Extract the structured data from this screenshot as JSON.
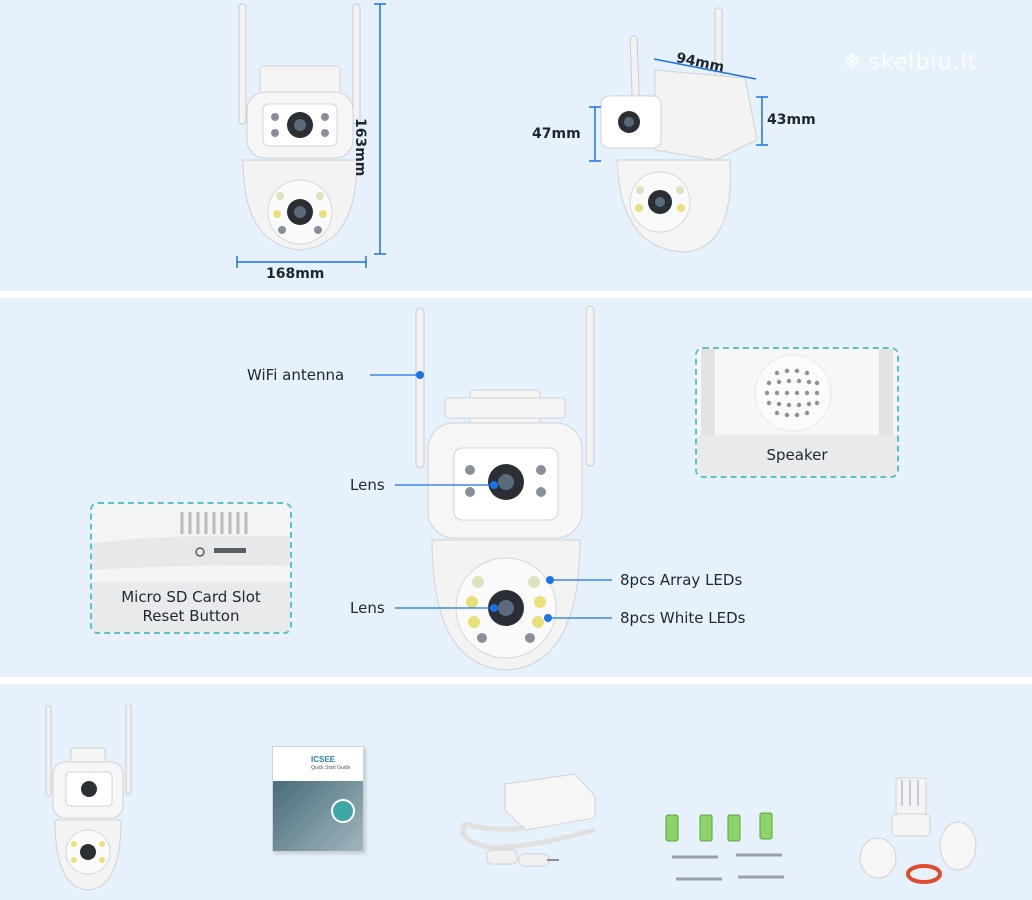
{
  "watermark": {
    "text": "skelbiu.lt",
    "icon": "snowflake-icon"
  },
  "dimensions": {
    "height": "163mm",
    "width": "168mm",
    "depth": "94mm",
    "upper_height": "47mm",
    "mount_height": "43mm"
  },
  "callouts": {
    "wifi_antenna": "WiFi antenna",
    "lens_top": "Lens",
    "lens_bottom": "Lens",
    "array_leds": "8pcs Array LEDs",
    "white_leds": "8pcs White LEDs",
    "speaker": "Speaker",
    "sd_slot_line1": "Micro SD Card Slot",
    "sd_slot_line2": "Reset Button"
  },
  "package": {
    "guide_brand": "ICSEE",
    "guide_subtitle": "Quick Start Guide"
  },
  "colors": {
    "panel_bg": "#e6f1fb",
    "accent_blue": "#1a73e8",
    "dash_teal": "#5bc2c9"
  }
}
